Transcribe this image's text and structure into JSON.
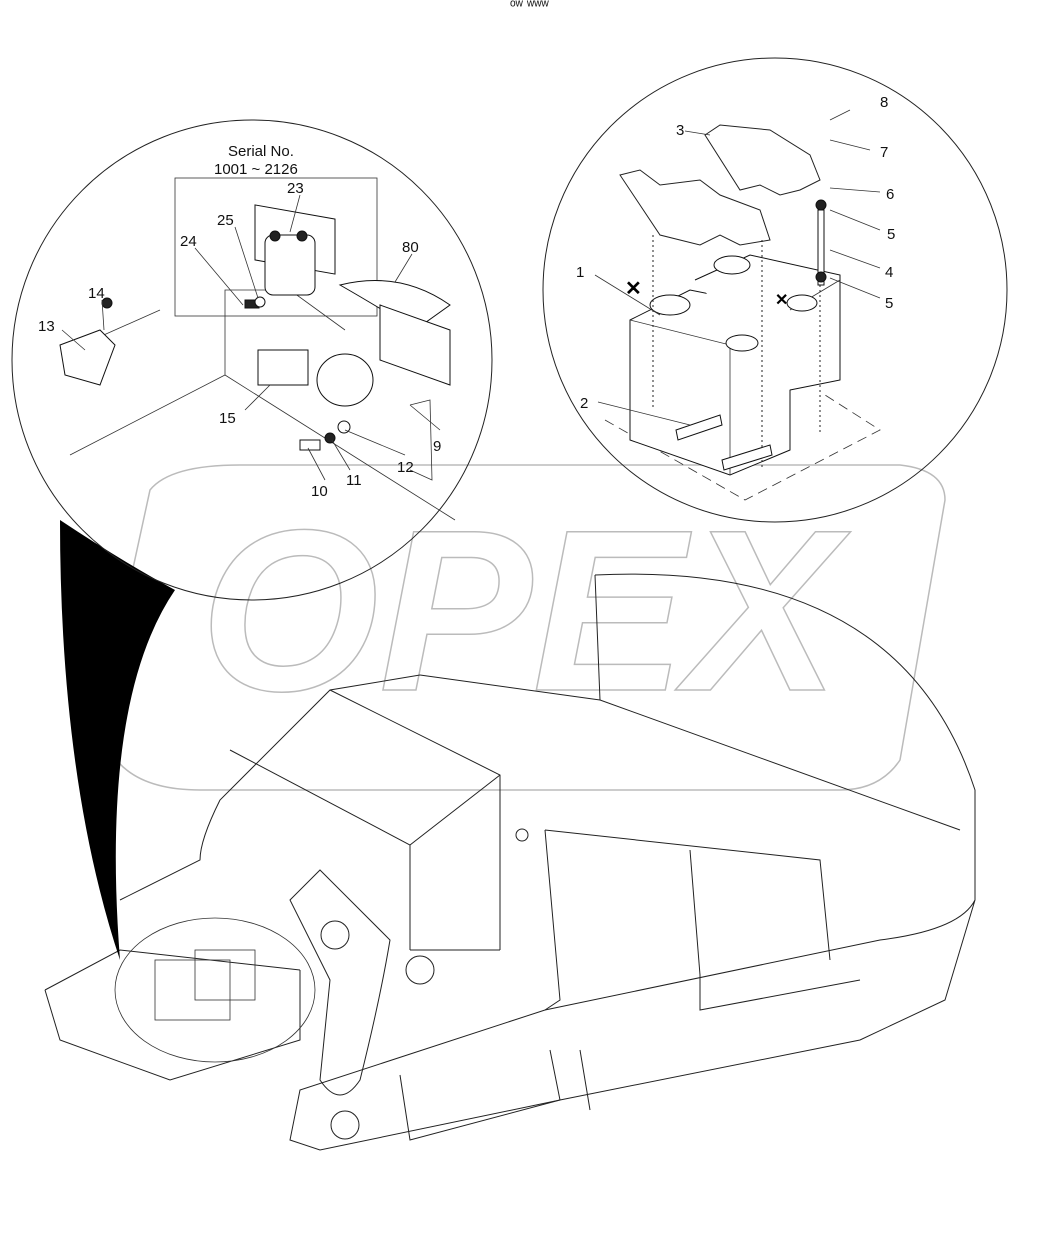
{
  "watermark": "OPEX",
  "header_mark": "ᵒʷ ʷʷʷ",
  "left_detail": {
    "serial_title": "Serial No.",
    "serial_range": "1001 ~ 2126",
    "callouts": [
      "23",
      "25",
      "24",
      "80",
      "14",
      "13",
      "15",
      "9",
      "12",
      "11",
      "10"
    ]
  },
  "right_detail": {
    "callouts": [
      "8",
      "3",
      "7",
      "6",
      "5",
      "4",
      "5",
      "1",
      "2"
    ]
  },
  "colors": {
    "line": "#222222",
    "watermark": "#bbbbbb",
    "background": "#ffffff"
  }
}
